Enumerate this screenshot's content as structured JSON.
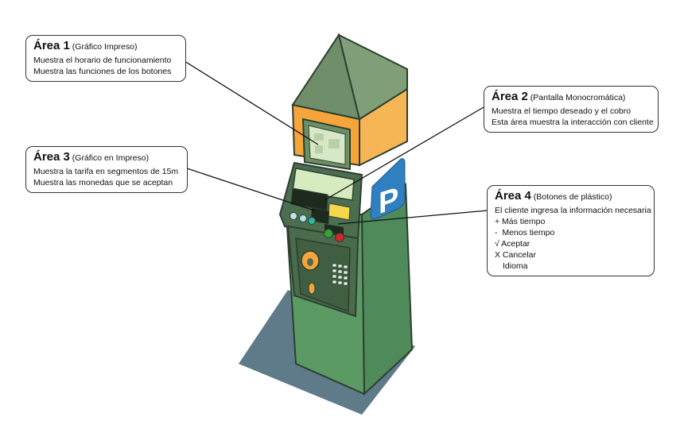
{
  "colors": {
    "housing_green": "#4f8a5a",
    "housing_dark": "#3d6e49",
    "roof_green": "#6f8f6a",
    "band_orange": "#f6a53a",
    "panel_dark": "#4b6e50",
    "parking_blue": "#2f7fc1",
    "shadow": "#5f7a88",
    "button_green": "#3aa13a",
    "button_red": "#d8242a",
    "button_teal": "#2bb6a8",
    "keypad_yellow": "#f6a53a"
  },
  "icons": {
    "parking_sign": "parking-p-icon",
    "keypad": "keypad-icon"
  },
  "parking_sign_letter": "P",
  "callouts": {
    "area1": {
      "title": "Área 1",
      "subtitle": "(Gráfico Impreso)",
      "lines": [
        "Muestra el horario de funcionamiento",
        "Muestra las funciones de los botones"
      ]
    },
    "area2": {
      "title": "Área 2",
      "subtitle": "(Pantalla Monocromática)",
      "lines": [
        "Muestra el tiempo deseado y el cobro",
        "Esta área muestra la interacción con cliente"
      ]
    },
    "area3": {
      "title": "Área 3",
      "subtitle": "(Gráfico en Impreso)",
      "lines": [
        "Muestra la tarifa en segmentos de 15m",
        "Muestra las monedas que se aceptan"
      ]
    },
    "area4": {
      "title": "Área 4",
      "subtitle": "(Botones de plástico)",
      "lines": [
        "El cliente ingresa la información necesaria",
        "+ Más tiempo",
        "-  Menos tiempo",
        "√ Aceptar",
        "X Cancelar",
        "Idioma"
      ]
    }
  }
}
